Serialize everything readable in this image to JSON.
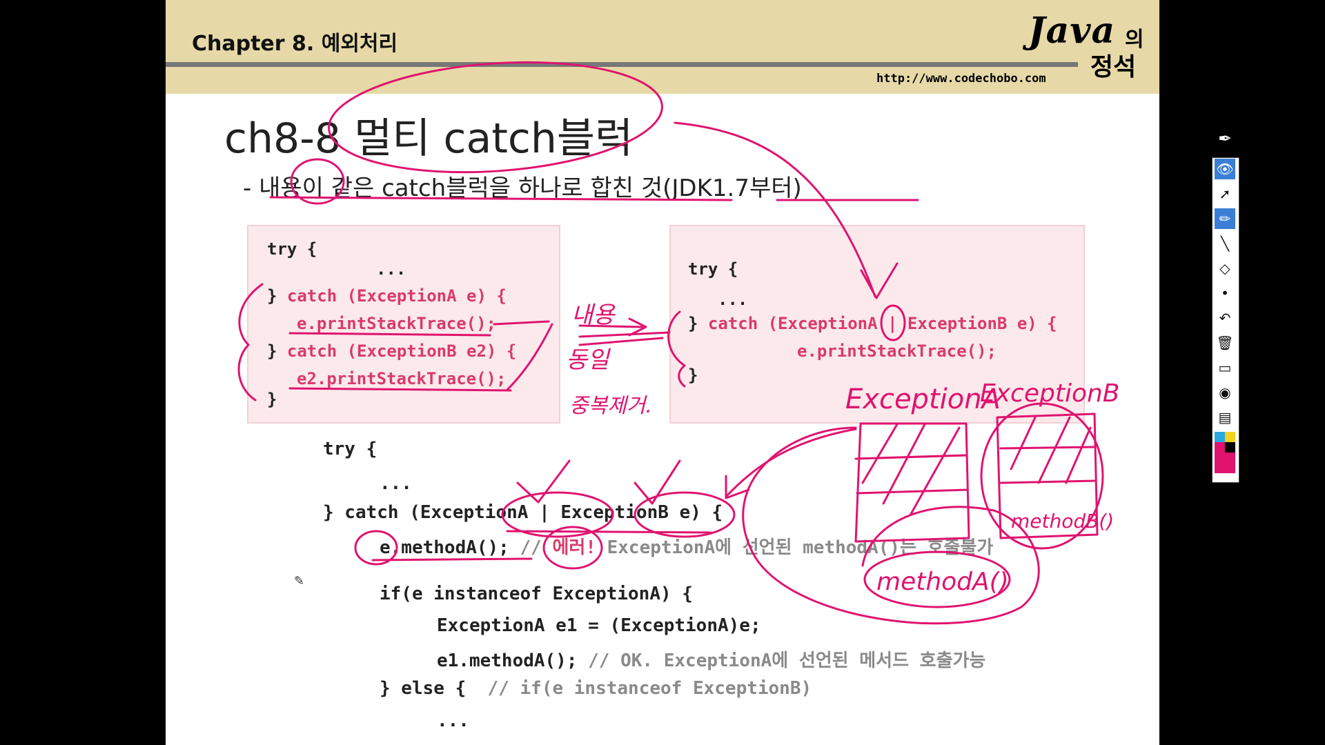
{
  "header": {
    "chapter_title": "Chapter 8. 예외처리",
    "logo_java": "Java",
    "logo_ui": "의",
    "logo_jeongseok": "정석",
    "url": "http://www.codechobo.com"
  },
  "slide": {
    "title": "ch8-8 멀티 catch블럭",
    "subtitle": "- 내용이 같은 catch블럭을 하나로 합친 것(JDK1.7부터)"
  },
  "left_box": {
    "l1": "try {",
    "l2": "...",
    "l3_a": "} ",
    "l3_b": "catch (ExceptionA e) {",
    "l4": "e.printStackTrace();",
    "l5_a": "} ",
    "l5_b": "catch (ExceptionB e2) {",
    "l6": "e2.printStackTrace();",
    "l7": "}"
  },
  "right_box": {
    "l1": "try {",
    "l2": "...",
    "l3_a": "} ",
    "l3_b": "catch (ExceptionA | ExceptionB e) {",
    "l4": "e.printStackTrace();",
    "l5": "}"
  },
  "bottom_code": {
    "l1": "try {",
    "l2": "...",
    "l3": "} catch (ExceptionA | ExceptionB e) {",
    "l4_code": "e.methodA(); ",
    "l4_comment_a": "// ",
    "l4_comment_err": "에러!",
    "l4_comment_b": " ExceptionA에 선언된 methodA()는 호출불가",
    "l5": "if(e instanceof ExceptionA) {",
    "l6": "ExceptionA e1 = (ExceptionA)e;",
    "l7_code": "e1.methodA(); ",
    "l7_comment": "// OK. ExceptionA에 선언된 메서드 호출가능",
    "l8_code": "} else {  ",
    "l8_comment": "// if(e instanceof ExceptionB)",
    "l9": "..."
  },
  "handwriting": {
    "same_content": "내용",
    "same_content2": "동일",
    "duplicate": "중복제거.",
    "label_a": "ExceptionA",
    "label_b": "ExceptionB",
    "method_a": "methodA()",
    "method_b": "methodB()"
  },
  "colors": {
    "header_bg": "#e6d9a7",
    "code_pink": "#d93a6b",
    "ink_magenta": "#e0136f",
    "box_bg": "#fbe9eb"
  },
  "toolbar": {
    "items": [
      "pen-icon",
      "eye-icon",
      "pointer-icon",
      "highlighter-icon",
      "line-icon",
      "eraser-icon",
      "dot-icon",
      "undo-icon",
      "trash-icon",
      "screen-icon",
      "camera-icon",
      "clipboard-icon",
      "palette-icon"
    ]
  }
}
